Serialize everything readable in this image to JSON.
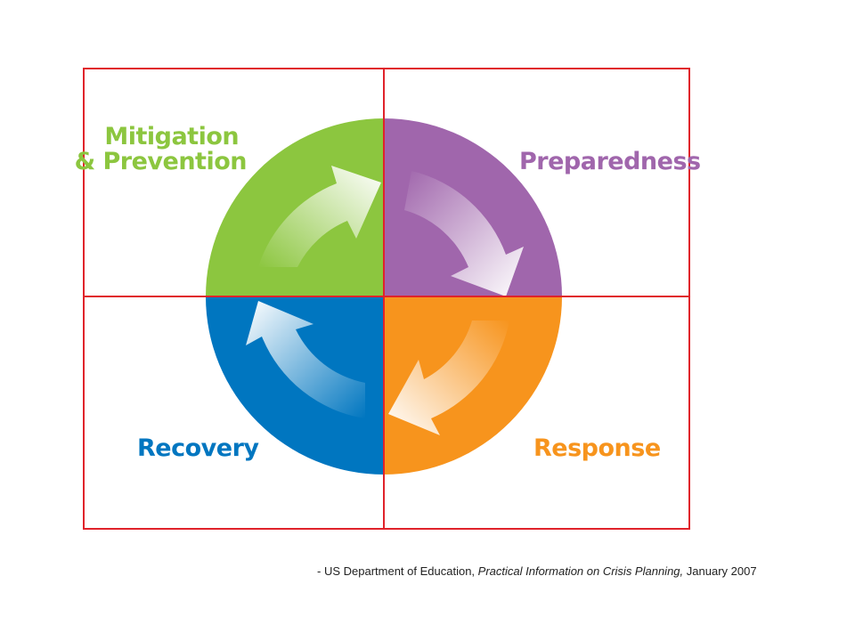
{
  "phases": {
    "mitigation": {
      "line1": "Mitigation",
      "line2": "& Prevention",
      "color": "#8cc63f"
    },
    "preparedness": {
      "label": "Preparedness",
      "color": "#a066ac"
    },
    "response": {
      "label": "Response",
      "color": "#f7941d"
    },
    "recovery": {
      "label": "Recovery",
      "color": "#0076c0"
    }
  },
  "grid_color": "#e0232b",
  "citation": {
    "prefix": "- US Department of Education, ",
    "title": "Practical Information on Crisis Planning,",
    "suffix": " January 2007"
  }
}
